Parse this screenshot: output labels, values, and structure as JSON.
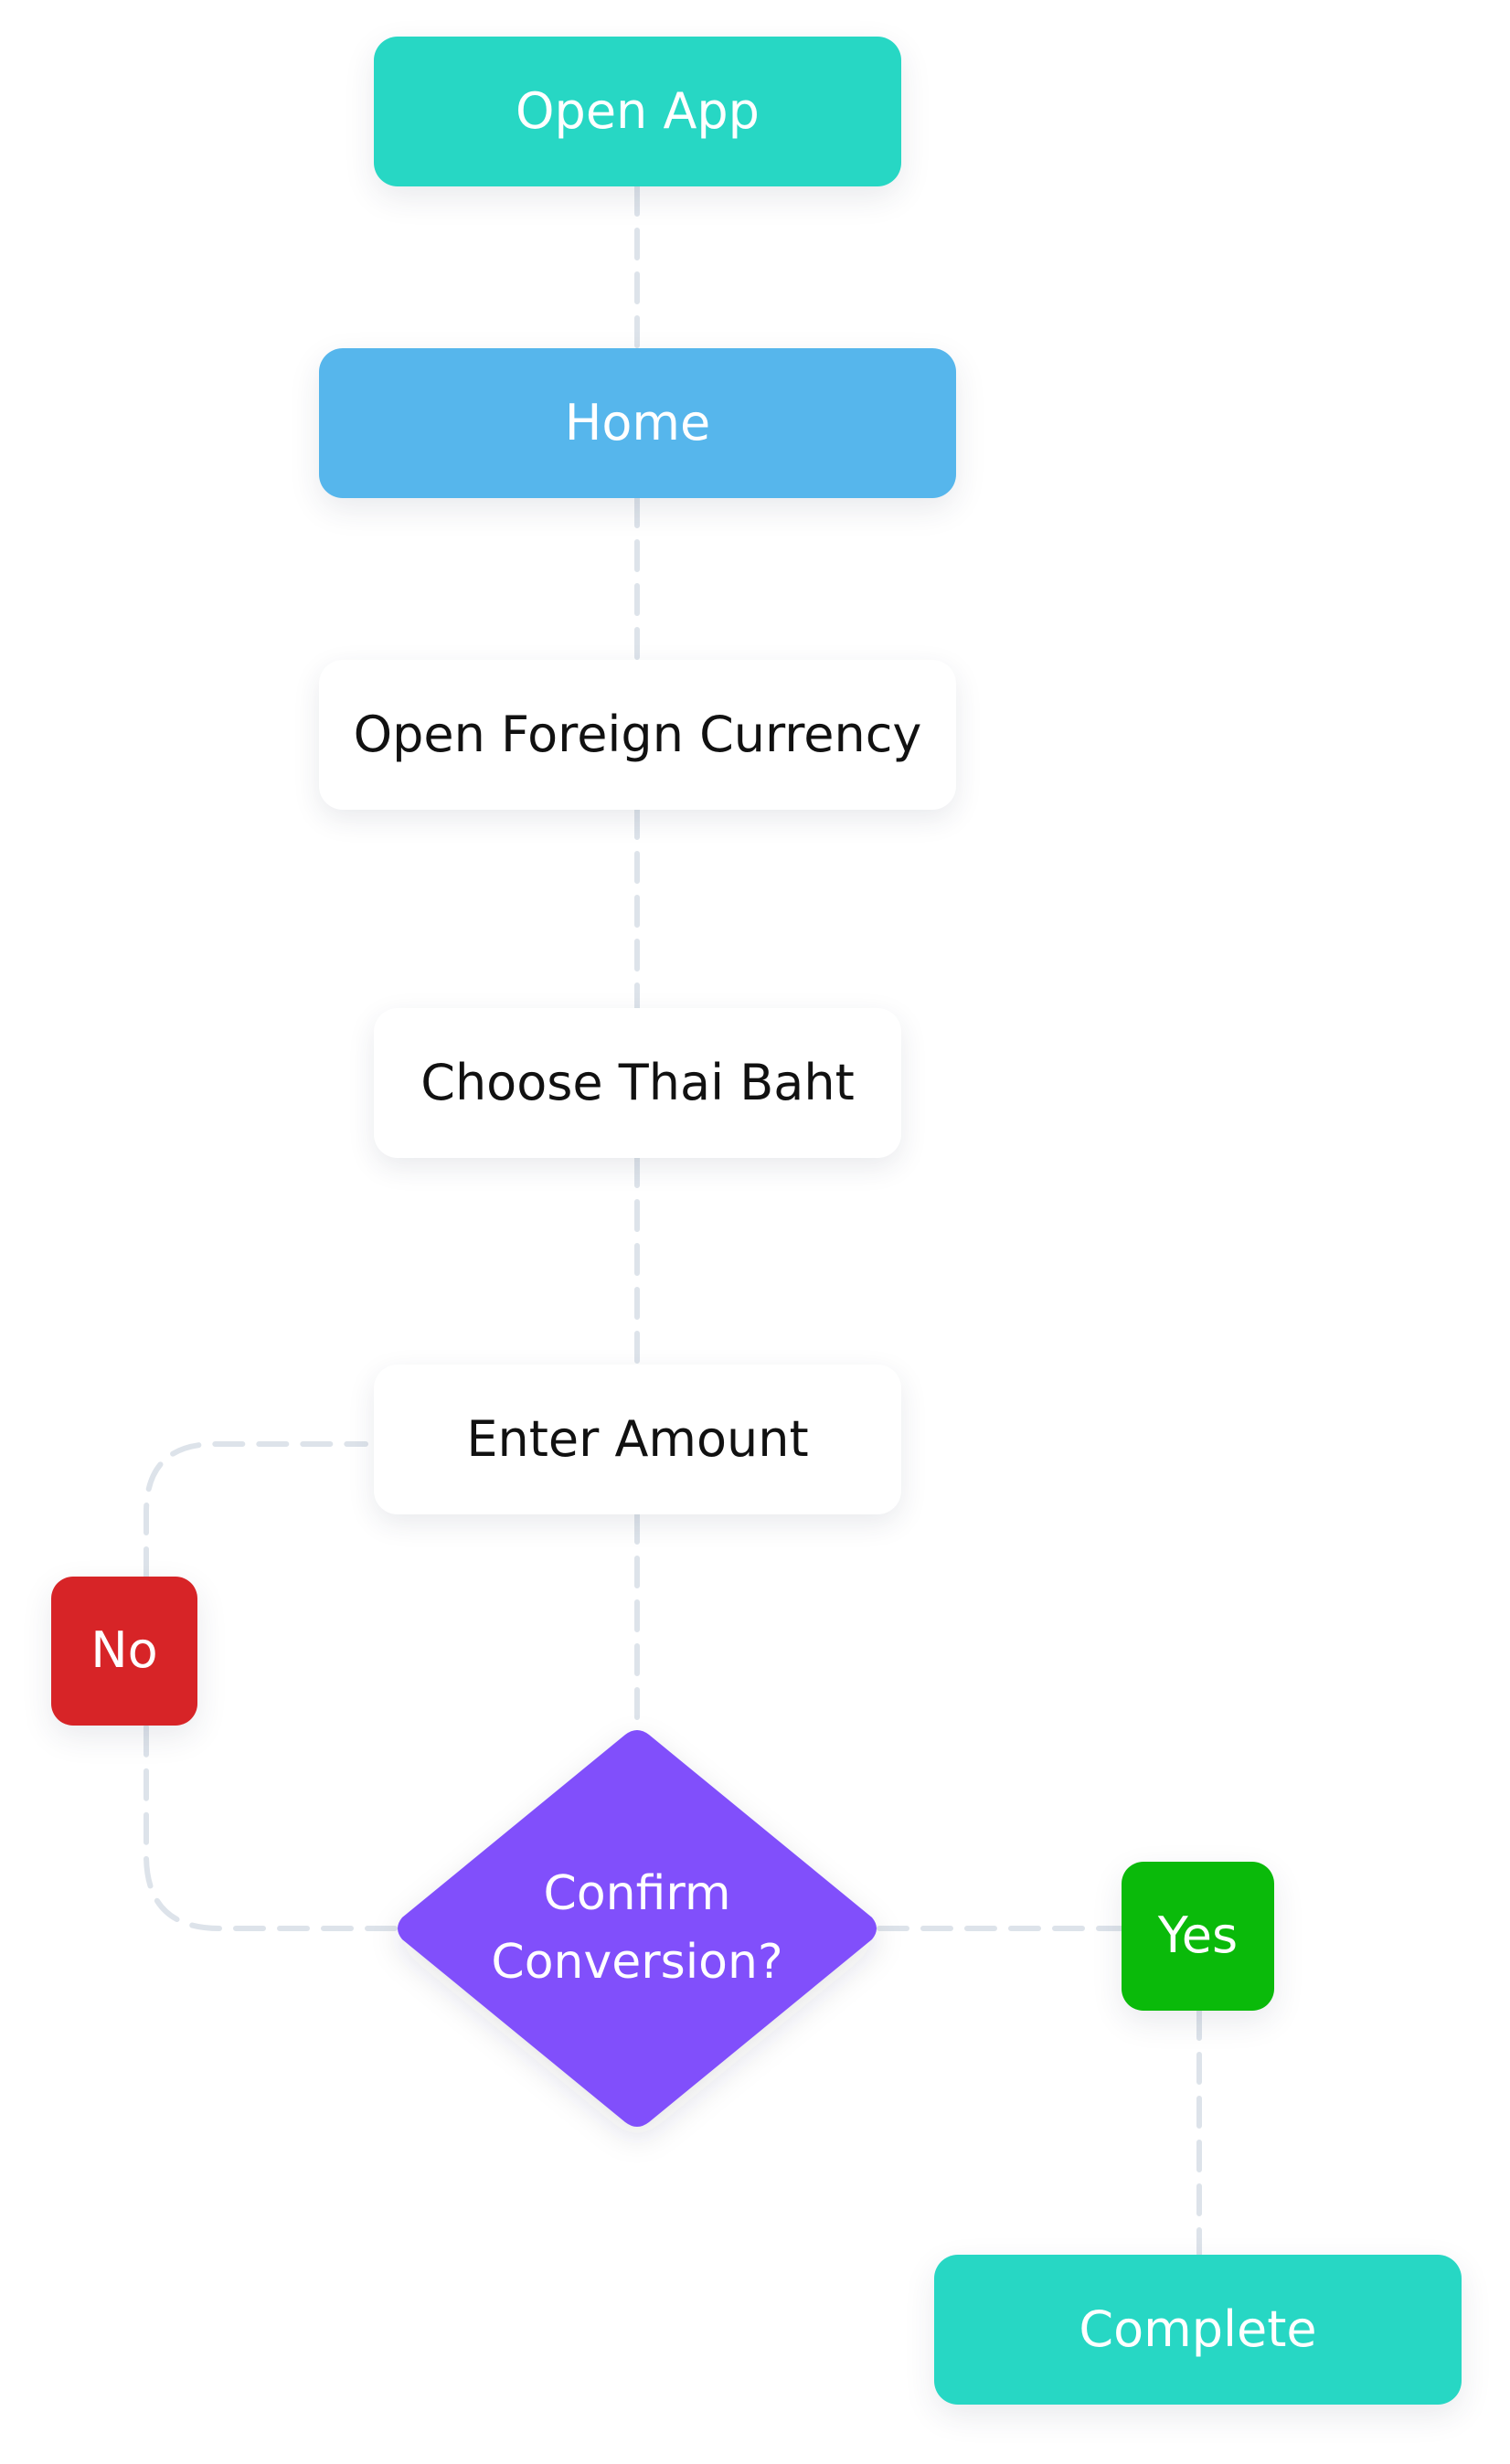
{
  "flowchart": {
    "nodes": {
      "open_app": "Open App",
      "home": "Home",
      "open_foreign_currency": "Open Foreign Currency",
      "choose_thai_baht": "Choose Thai Baht",
      "enter_amount": "Enter Amount",
      "confirm_conversion": "Confirm\nConversion?",
      "no": "No",
      "yes": "Yes",
      "complete": "Complete"
    },
    "edges": [
      {
        "from": "open_app",
        "to": "home"
      },
      {
        "from": "home",
        "to": "open_foreign_currency"
      },
      {
        "from": "open_foreign_currency",
        "to": "choose_thai_baht"
      },
      {
        "from": "choose_thai_baht",
        "to": "enter_amount"
      },
      {
        "from": "enter_amount",
        "to": "confirm_conversion"
      },
      {
        "from": "confirm_conversion",
        "to": "no"
      },
      {
        "from": "no",
        "to": "enter_amount"
      },
      {
        "from": "confirm_conversion",
        "to": "yes"
      },
      {
        "from": "yes",
        "to": "complete"
      }
    ],
    "colors": {
      "start_end": "#27d7c4",
      "home": "#56b6ec",
      "step": "#ffffff",
      "decision": "#8150fb",
      "no": "#d72427",
      "yes": "#0aba0a",
      "connector": "#dde3ea"
    }
  }
}
